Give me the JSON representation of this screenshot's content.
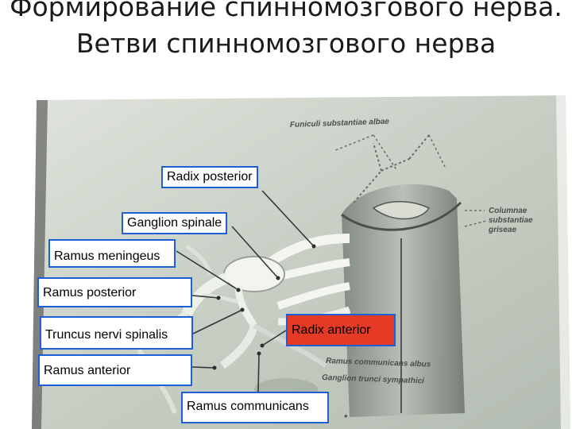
{
  "slide": {
    "title": "Формирование спинномозгового нерва.  Ветви спинномозгового нерва",
    "footnote_mark": "*"
  },
  "figure": {
    "printed_labels": {
      "funiculi": "Funiculi substantiae albae",
      "columnae": "Columnae substantiae griseae",
      "ramus_comm_albus": "Ramus communicans albus",
      "ganglion_trunci": "Ganglion trunci sympathici"
    }
  },
  "callouts": [
    {
      "id": "radix-posterior",
      "text": "Radix posterior"
    },
    {
      "id": "ganglion-spinale",
      "text": "Ganglion spinale"
    },
    {
      "id": "ramus-meningeus",
      "text": "Ramus meningeus"
    },
    {
      "id": "ramus-posterior",
      "text": "Ramus posterior"
    },
    {
      "id": "truncus",
      "text": "Truncus nervi spinalis"
    },
    {
      "id": "radix-anterior",
      "text": "Radix anterior",
      "highlight_color": "#e53a25"
    },
    {
      "id": "ramus-anterior",
      "text": "Ramus anterior"
    },
    {
      "id": "ramus-communicans",
      "text": "Ramus communicans"
    }
  ],
  "colors": {
    "callout_border": "#1f5fd6",
    "highlight": "#e53a25",
    "photo_bg": "#c9d0c4"
  }
}
